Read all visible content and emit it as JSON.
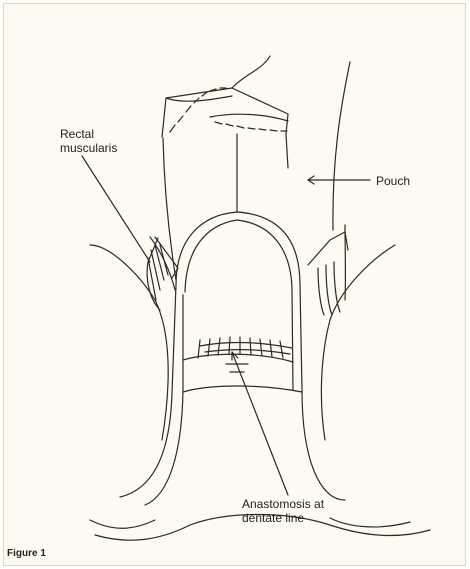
{
  "figure": {
    "caption": "Figure 1",
    "labels": {
      "rectal_muscularis": "Rectal\nmuscularis",
      "pouch": "Pouch",
      "anastomosis": "Anastomosis at\ndentate line"
    },
    "colors": {
      "background": "#fdfaf2",
      "border": "#dcd7c9",
      "line": "#2a2a2a"
    }
  }
}
